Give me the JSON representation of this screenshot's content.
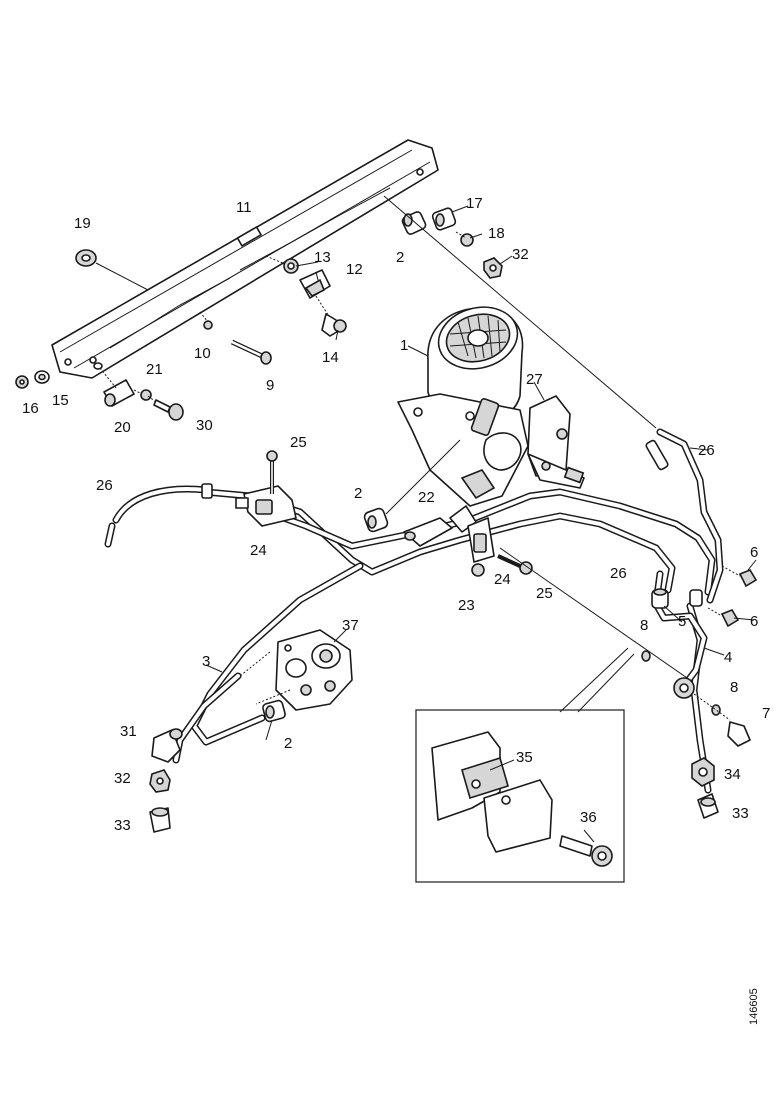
{
  "drawing_number": "146605",
  "callouts": {
    "c1": "1",
    "c2a": "2",
    "c2b": "2",
    "c2c": "2",
    "c3": "3",
    "c4": "4",
    "c5": "5",
    "c6a": "6",
    "c6b": "6",
    "c7": "7",
    "c8a": "8",
    "c8b": "8",
    "c9": "9",
    "c10": "10",
    "c11": "11",
    "c12": "12",
    "c13": "13",
    "c14": "14",
    "c15": "15",
    "c16": "16",
    "c17": "17",
    "c18": "18",
    "c19": "19",
    "c20": "20",
    "c21": "21",
    "c22": "22",
    "c23": "23",
    "c24a": "24",
    "c24b": "24",
    "c25a": "25",
    "c25b": "25",
    "c26a": "26",
    "c26b": "26",
    "c26c": "26",
    "c27": "27",
    "c30": "30",
    "c31": "31",
    "c32a": "32",
    "c32b": "32",
    "c33a": "33",
    "c33b": "33",
    "c34": "34",
    "c35": "35",
    "c36": "36",
    "c37": "37"
  }
}
